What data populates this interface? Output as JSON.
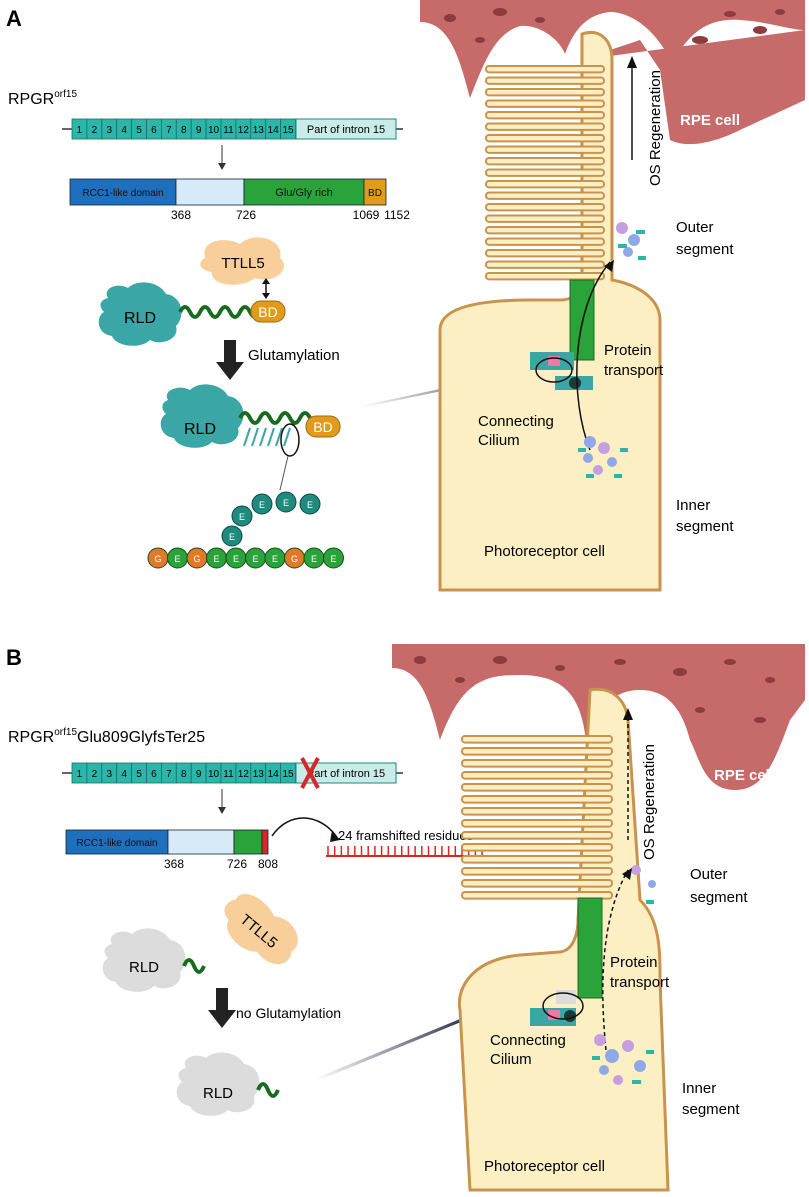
{
  "panel_a": {
    "label": "A",
    "gene_title": "RPGR",
    "gene_sup": "orf15",
    "exons": [
      "1",
      "2",
      "3",
      "4",
      "5",
      "6",
      "7",
      "8",
      "9",
      "10",
      "11",
      "12",
      "13",
      "14",
      "15"
    ],
    "intron_label": "Part of intron 15",
    "protein": {
      "rcc1": "RCC1-like domain",
      "glu": "Glu/Gly rich",
      "bd": "BD",
      "pos1": "368",
      "pos2": "726",
      "pos3": "1069",
      "pos4": "1152"
    },
    "ttll5": "TTLL5",
    "rld": "RLD",
    "bd": "BD",
    "glutamylation": "Glutamylation",
    "rld2": "RLD",
    "bd2": "BD",
    "chain_e": "E",
    "chain_g": "G",
    "rpe": "RPE cell",
    "os_regen": "OS Regeneration",
    "outer1": "Outer",
    "outer2": "segment",
    "protein1": "Protein",
    "protein2": "transport",
    "connecting1": "Connecting",
    "connecting2": "Cilium",
    "inner1": "Inner",
    "inner2": "segment",
    "photoreceptor": "Photoreceptor cell"
  },
  "panel_b": {
    "label": "B",
    "gene_title": "RPGR",
    "gene_sup": "orf15",
    "gene_suffix": "Glu809GlyfsTer25",
    "exons": [
      "1",
      "2",
      "3",
      "4",
      "5",
      "6",
      "7",
      "8",
      "9",
      "10",
      "11",
      "12",
      "13",
      "14",
      "15"
    ],
    "intron_label": "Part of intron 15",
    "protein": {
      "rcc1": "RCC1-like domain",
      "pos1": "368",
      "pos2": "726",
      "pos3": "808"
    },
    "frameshift": "24 framshifted residues",
    "ttll5": "TTLL5",
    "rld": "RLD",
    "no_glut": "no Glutamylation",
    "rld2": "RLD",
    "rpe": "RPE cell",
    "os_regen": "OS Regeneration",
    "outer1": "Outer",
    "outer2": "segment",
    "protein1": "Protein",
    "protein2": "transport",
    "connecting1": "Connecting",
    "connecting2": "Cilium",
    "inner1": "Inner",
    "inner2": "segment",
    "photoreceptor": "Photoreceptor cell"
  },
  "colors": {
    "exon": "#2ab7a9",
    "intron": "#c9ece8",
    "rcc1": "#1f6fbf",
    "light_blue": "#d6ebf7",
    "glu": "#2aa33a",
    "bd": "#e19a1c",
    "rpe": "#c66a6a",
    "rpe_dark": "#8e3b3d",
    "cell_fill": "#fdefc4",
    "cell_stroke": "#c9934d",
    "teal_protein": "#3aa6a6",
    "green_chain": "#1a6b1f",
    "gray_protein": "#dcdcdc",
    "red": "#d62828"
  }
}
